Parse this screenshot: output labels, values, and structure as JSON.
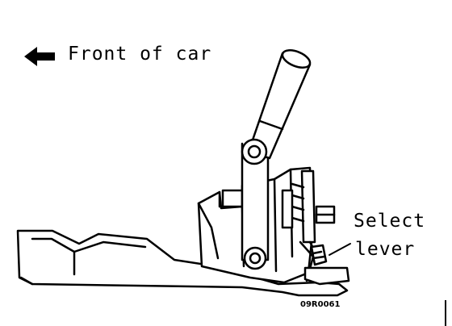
{
  "labels": {
    "direction": "Front of car",
    "select_line1": "Select",
    "select_line2": "lever",
    "figure_code": "09R0061"
  },
  "icons": {
    "direction_arrow": "arrow-left-icon"
  },
  "colors": {
    "ink": "#000000",
    "paper": "#ffffff"
  }
}
